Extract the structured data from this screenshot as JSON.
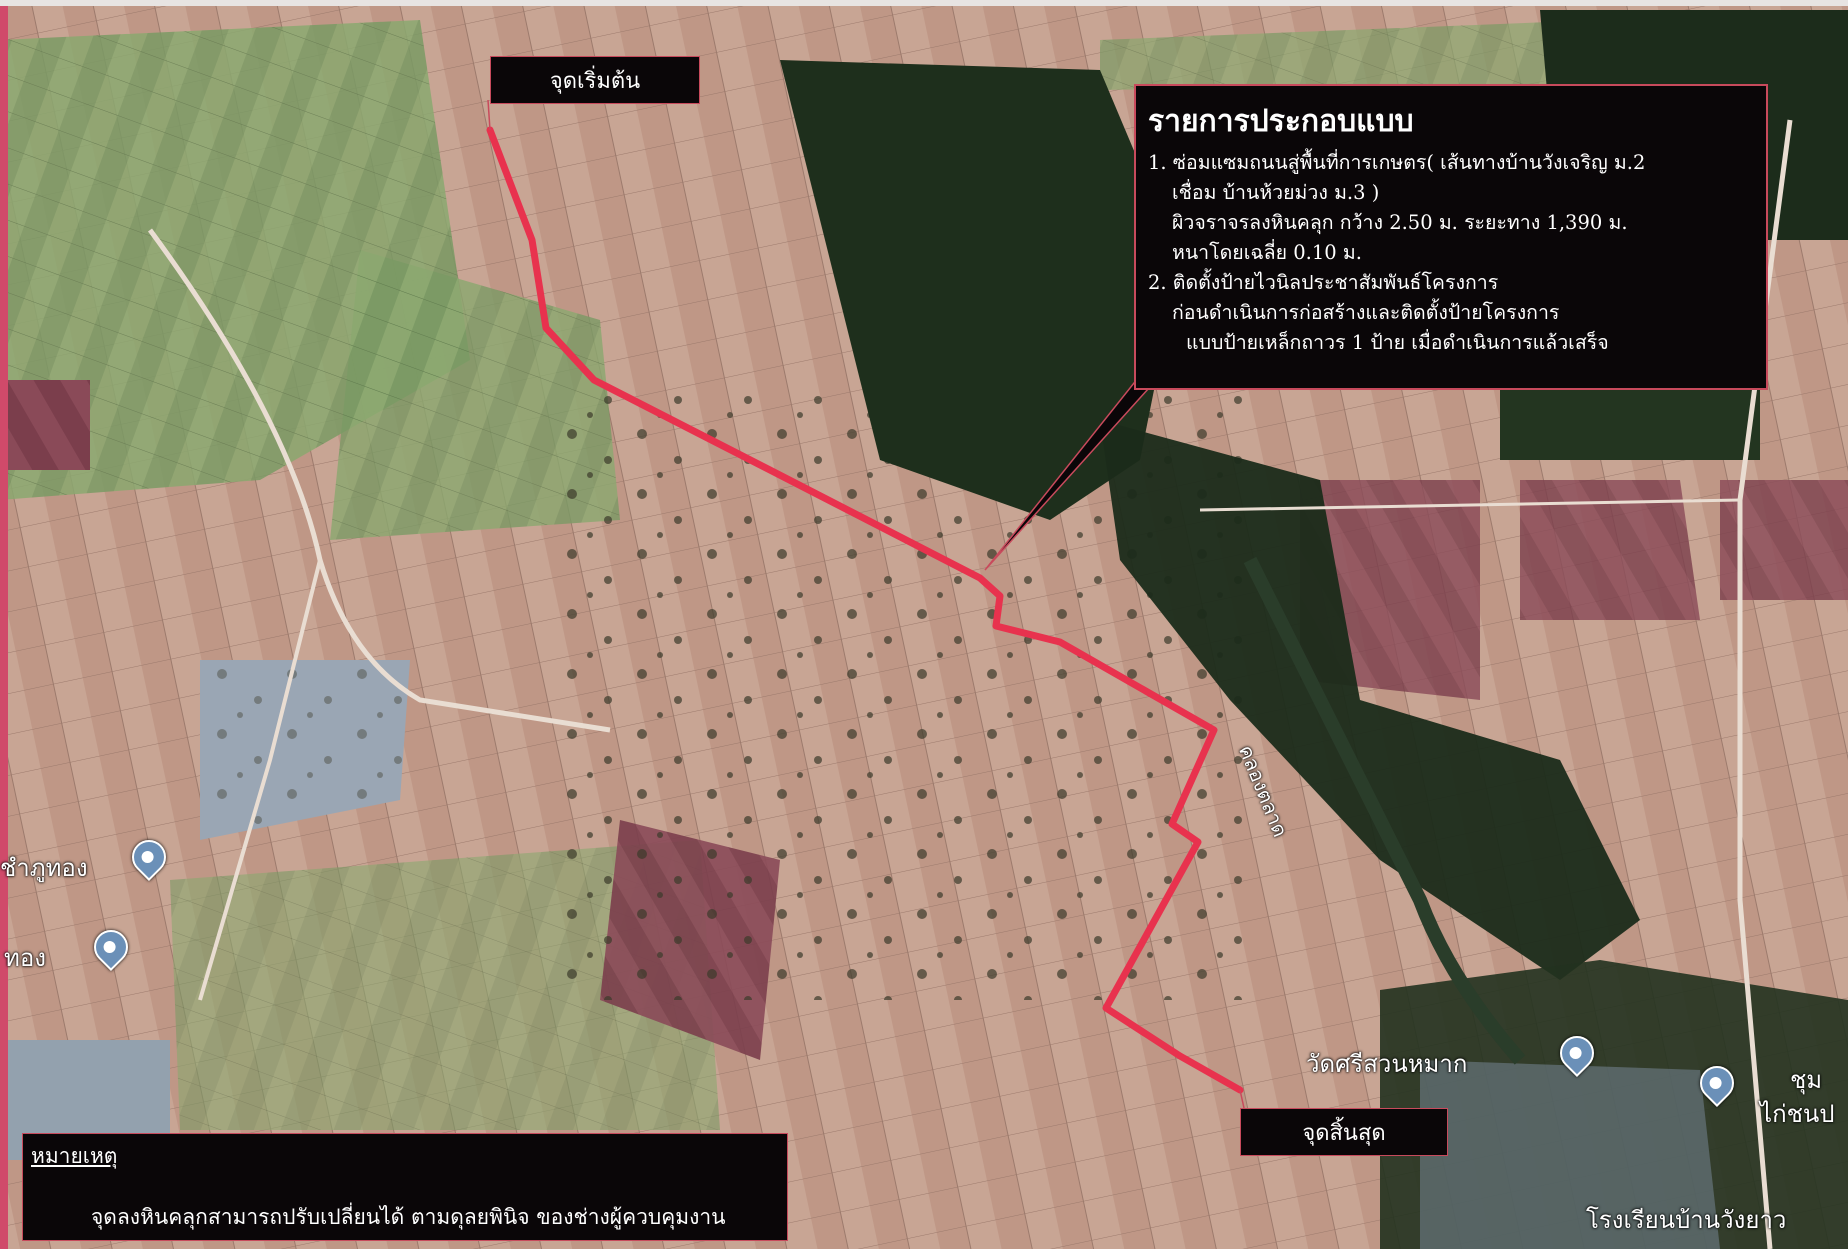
{
  "map": {
    "start_label": "จุดเริ่มต้น",
    "end_label": "จุดสิ้นสุด",
    "canal_label": "คลองตลาด",
    "places": {
      "temple": "วัดศรีสวนหมาก",
      "school": "โรงเรียนบ้านวังยาว",
      "left_village_1": "ชำภูทอง",
      "left_village_2": "ทอง",
      "right_village_1": "ชุม",
      "right_village_2": "ไก่ชนป"
    },
    "route_color": "#e8324e"
  },
  "legend": {
    "title": "รายการประกอบแบบ",
    "lines": [
      "1. ซ่อมแซมถนนสู่พื้นที่การเกษตร( เส้นทางบ้านวังเจริญ ม.2",
      "เชื่อม บ้านห้วยม่วง ม.3 )",
      "ผิวจราจรลงหินคลุก กว้าง 2.50 ม. ระยะทาง 1,390 ม.",
      "หนาโดยเฉลี่ย 0.10 ม.",
      "2. ติดตั้งป้ายไวนิลประชาสัมพันธ์โครงการ",
      "ก่อนดำเนินการก่อสร้างและติดตั้งป้ายโครงการ",
      "แบบป้ายเหล็กถาวร 1 ป้าย เมื่อดำเนินการแล้วเสร็จ"
    ]
  },
  "note": {
    "title": "หมายเหตุ",
    "body": "จุดลงหินคลุกสามารถปรับเปลี่ยนได้ ตามดุลยพินิจ ของช่างผู้ควบคุมงาน"
  }
}
